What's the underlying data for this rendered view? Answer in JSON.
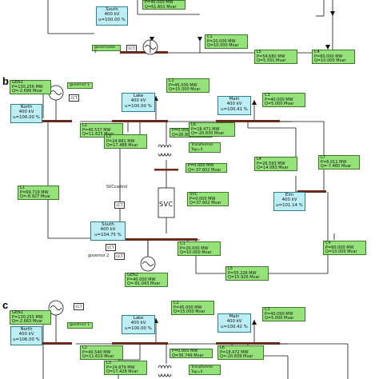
{
  "panel_a": {
    "gen": {
      "p": "P=40.000 MW",
      "q": "Q=61.601 Mvar"
    },
    "south": {
      "name": "South",
      "kv": "400 kV",
      "u": "u=100.00 %"
    },
    "c1": {
      "name": "C1",
      "p": "P=20.000 MW",
      "q": "Q=10.000 Mvar"
    },
    "l5": {
      "name": "L5",
      "p": "P=54.680 MW",
      "q": "Q=5.551 Mvar"
    },
    "c4": {
      "name": "C4",
      "p": "P=60.000 MW",
      "q": "Q=10.000 Mvar"
    },
    "governor": "governador 2",
    "cct": "CCT"
  },
  "panel_b": {
    "label": "b",
    "gen1": {
      "name": "GEN1",
      "p": "P=130.256 MW",
      "q": "Q=-2.699 Mvar"
    },
    "governor1": "governor 1",
    "cct1": "CCT",
    "north": {
      "name": "North",
      "kv": "400 kV",
      "u": "u=106.00 %"
    },
    "lake": {
      "name": "Lake",
      "kv": "400 kV",
      "u": "u=100.00 %"
    },
    "c2": {
      "name": "C2",
      "p": "P=45.000 MW",
      "q": "Q=15.000 Mvar"
    },
    "c3": {
      "name": "C3",
      "p": "P=40.000 MW",
      "q": "Q=5.000 Mvar"
    },
    "main": {
      "name": "Main",
      "kv": "400 kV",
      "u": "u=100.41 %"
    },
    "l2": {
      "name": "L2",
      "p": "P=40.537 MW",
      "q": "Q=11.625 Mvar"
    },
    "l3": {
      "name": "L3",
      "p": "P=24.881 MW",
      "q": "Q=17.488 Mvar"
    },
    "t_mid": {
      "p": "P=0.000 MW",
      "q": "Q=26.805 Mvar"
    },
    "l6": {
      "name": "L6",
      "p": "P=18.471 MW",
      "q": "Q=-20.830 Mvar"
    },
    "transformer": {
      "name": "Transformer",
      "tap": "Tap=0"
    },
    "svc_flow": {
      "p": "P=0.000 MW",
      "q": "Q=-37.602 Mvar"
    },
    "l4": {
      "name": "L4",
      "p": "P=26.593 MW",
      "q": "Q=14.083 Mvar"
    },
    "l7": {
      "name": "L7",
      "p": "P=6.011 MW",
      "q": "Q=-7.460 Mvar"
    },
    "l1": {
      "name": "L1",
      "p": "P=69.719 MW",
      "q": "Q=-8.927 Mvar"
    },
    "svc_control": "SVCcontrol",
    "cct_svc": "CCT",
    "svc_symbol": "SVC",
    "svc": {
      "name": "SVC",
      "p": "P=0.000 MW",
      "q": "Q=37.602 Mvar"
    },
    "elm": {
      "name": "Elm",
      "kv": "400 kV",
      "u": "u=101.14 %"
    },
    "south": {
      "name": "South",
      "kv": "400 kV",
      "u": "u=104.75 %"
    },
    "cct2": "CCT",
    "governor2": "governor 2",
    "cct3": "CCT",
    "c1": {
      "name": "C1",
      "p": "P=20.000 MW",
      "q": "Q=10.000 Mvar"
    },
    "gen2": {
      "name": "GEN2",
      "p": "P=40.000 MW",
      "q": "Q=-81.043 Mvar"
    },
    "l5": {
      "name": "L5",
      "p": "P=55.226 MW",
      "q": "Q=15.926 Mvar"
    },
    "c4": {
      "name": "C4",
      "p": "P=60.000 MW",
      "q": "Q=10.000 Mvar"
    }
  },
  "panel_c": {
    "label": "c",
    "gen1": {
      "name": "GEN1",
      "p": "P=130.255 MW",
      "q": "Q=-2.663 Mvar"
    },
    "cct1": "CCT",
    "governor1": "governor 1",
    "north": {
      "name": "North",
      "kv": "400 kV",
      "u": "u=106.00 %"
    },
    "lake": {
      "name": "Lake",
      "kv": "400 kV",
      "u": "u=100.00 %"
    },
    "c2": {
      "name": "C2",
      "p": "P=45.000 MW",
      "q": "Q=15.000 Mvar"
    },
    "c3": {
      "name": "C3",
      "p": "P=40.000 MW",
      "q": "Q=5.000 Mvar"
    },
    "main": {
      "name": "Main",
      "kv": "400 kV",
      "u": "u=100.42 %"
    },
    "l2": {
      "name": "L2",
      "p": "P=40.540 MW",
      "q": "Q=11.610 Mvar"
    },
    "t_mid": {
      "p": "P=0.000 MW",
      "q": "Q=36.749 Mvar"
    },
    "l6": {
      "name": "L6",
      "p": "P=18.472 MW",
      "q": "Q=-20.839 Mvar"
    },
    "l3": {
      "name": "L3",
      "p": "P=24.879 MW",
      "q": "Q=17.428 Mvar"
    },
    "transformer": {
      "name": "Transformer",
      "tap": "Tap=0"
    }
  }
}
